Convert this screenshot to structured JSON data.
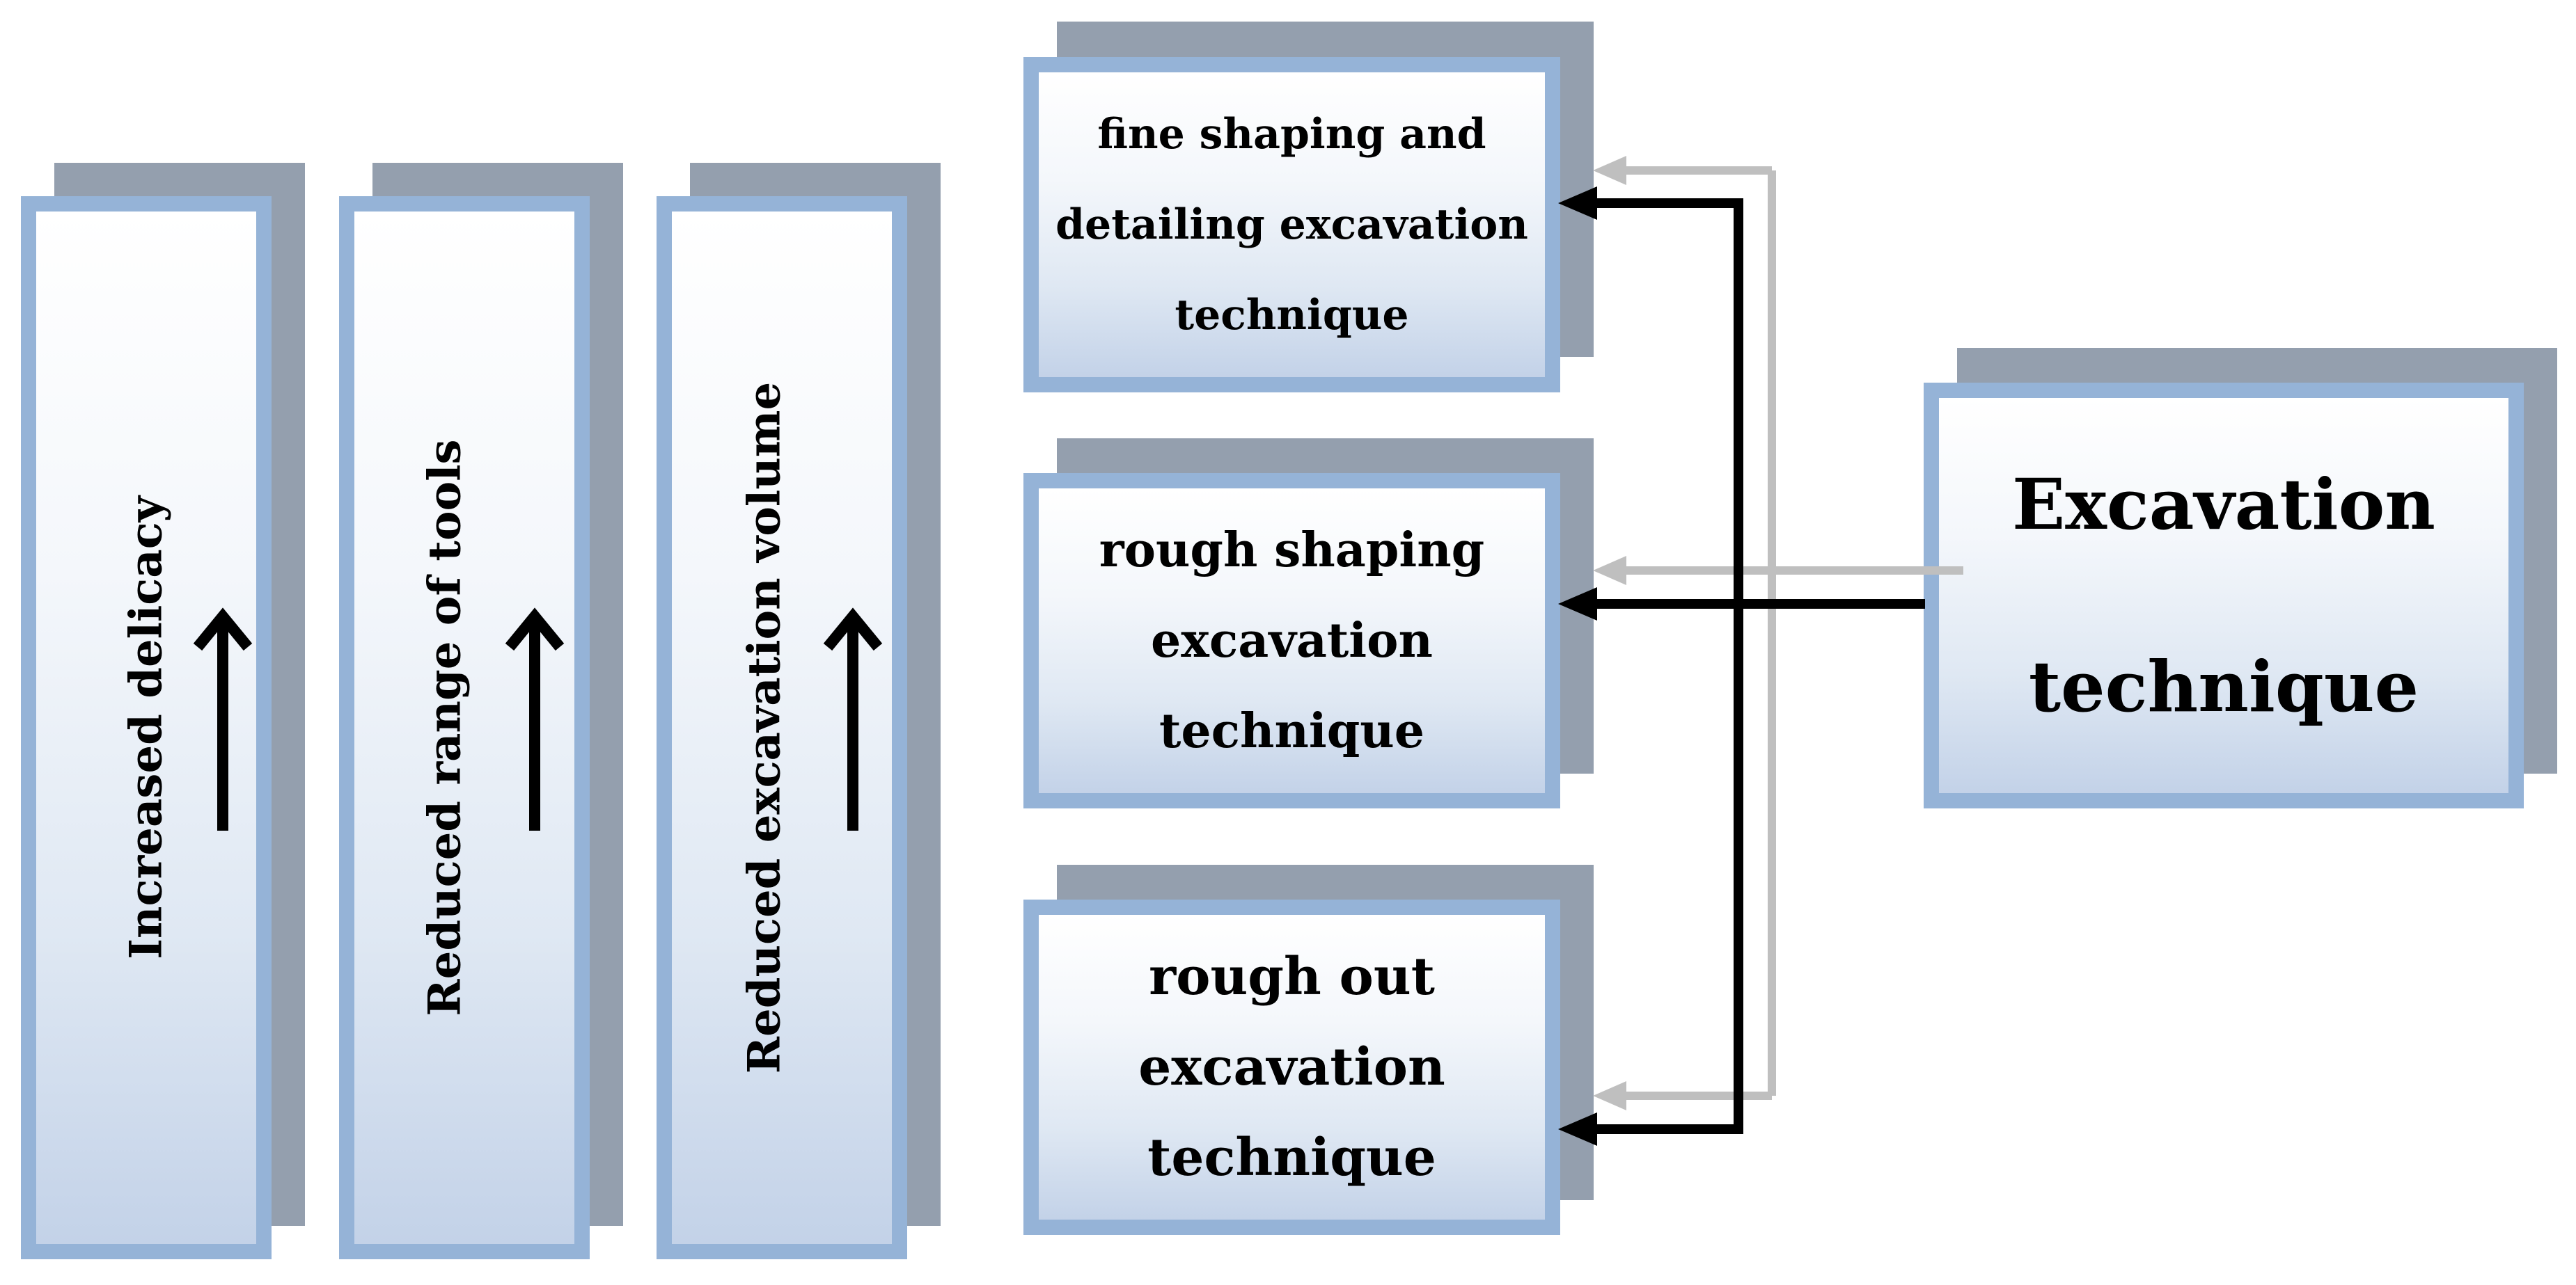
{
  "columns": [
    {
      "label": "Increased delicacy"
    },
    {
      "label": "Reduced range of tools"
    },
    {
      "label": "Reduced excavation volume"
    }
  ],
  "techniques": {
    "fine": {
      "lines": [
        "fine shaping and",
        "detailing excavation",
        "technique"
      ]
    },
    "rough_shaping": {
      "lines": [
        "rough shaping",
        "excavation",
        "technique"
      ]
    },
    "rough_out": {
      "lines": [
        "rough out",
        "excavation",
        "technique"
      ]
    }
  },
  "main": {
    "lines": [
      "Excavation",
      "technique"
    ]
  },
  "colors": {
    "box_border": "#95b3d7",
    "shadow": "#949fae",
    "arrow_primary": "#000000",
    "arrow_secondary": "#bfbfbf"
  }
}
